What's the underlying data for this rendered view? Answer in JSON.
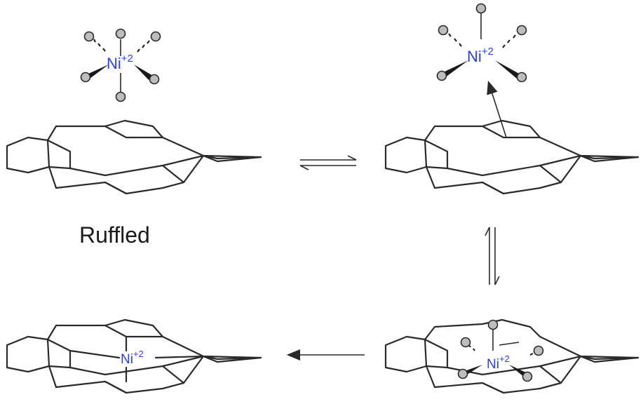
{
  "ni_symbol": "Ni",
  "ni_charge": "+2",
  "label_ruffled": "Ruffled",
  "colors": {
    "ni_label": "#2b3fe0",
    "bond": "#2a2a2a",
    "ligand_atom": "#bdbdbd"
  },
  "icons": [
    "equilibrium-arrow",
    "reaction-arrow",
    "ligand-atom"
  ]
}
